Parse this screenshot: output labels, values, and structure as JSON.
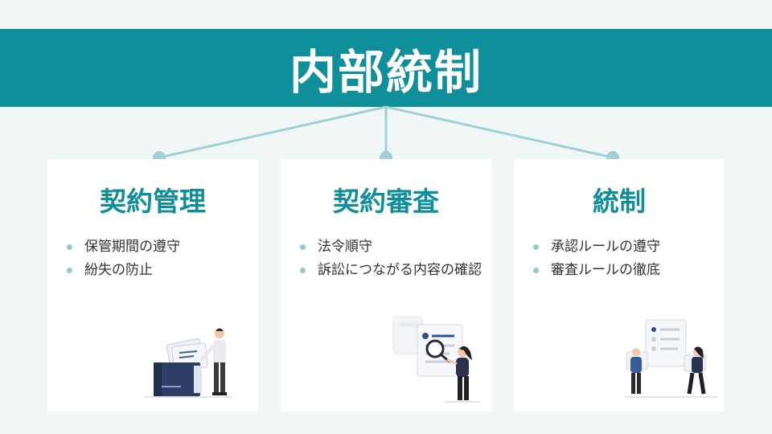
{
  "banner": {
    "title": "内部統制"
  },
  "colors": {
    "accent": "#0e8f9a",
    "connector": "#9fd0d6",
    "bullet": "#8fc9d1"
  },
  "cards": [
    {
      "title": "契約管理",
      "items": [
        "保管期間の遵守",
        "紛失の防止"
      ],
      "illustration": "filing-cabinet-person-icon"
    },
    {
      "title": "契約審査",
      "items": [
        "法令順守",
        "訴訟につながる内容の確認"
      ],
      "illustration": "document-magnifier-person-icon"
    },
    {
      "title": "統制",
      "items": [
        "承認ルールの遵守",
        "審査ルールの徹底"
      ],
      "illustration": "checklist-two-people-icon"
    }
  ]
}
